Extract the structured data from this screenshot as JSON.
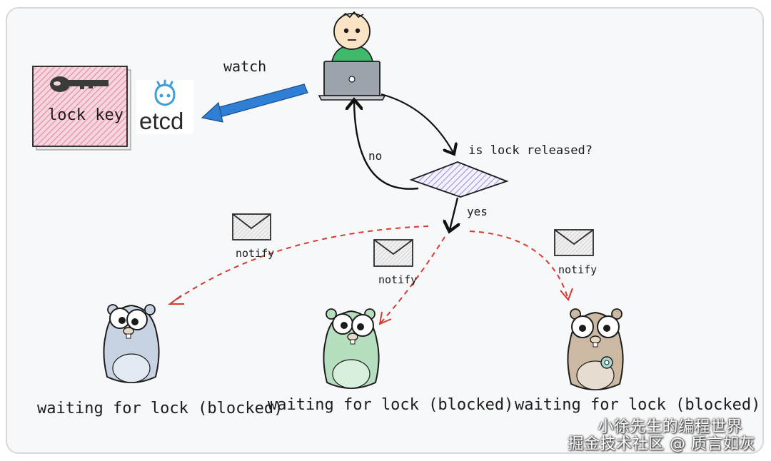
{
  "labels": {
    "lock_key": "lock key",
    "etcd": "etcd",
    "watch": "watch",
    "no": "no",
    "question": "is lock released?",
    "yes": "yes",
    "notify": "notify",
    "waiting": "waiting for lock (blocked)"
  },
  "gophers": [
    {
      "color": "#c7d3e2",
      "label": "waiting for lock (blocked)"
    },
    {
      "color": "#b6dfbf",
      "label": "waiting for lock (blocked)"
    },
    {
      "color": "#cbb9a4",
      "label": "waiting for lock (blocked)"
    }
  ],
  "watermark": {
    "line1": "小徐先生的编程世界",
    "line2": "掘金技术社区 @ 质言如灰"
  },
  "colors": {
    "watch_arrow": "#2f7fd6",
    "notify_arrow": "#d9382f",
    "diamond_hatch": "#7b6fd0",
    "lock_key_fill": "#f3c3cf",
    "etcd_logo": "#419eda",
    "person_shirt": "#3fb96b"
  }
}
